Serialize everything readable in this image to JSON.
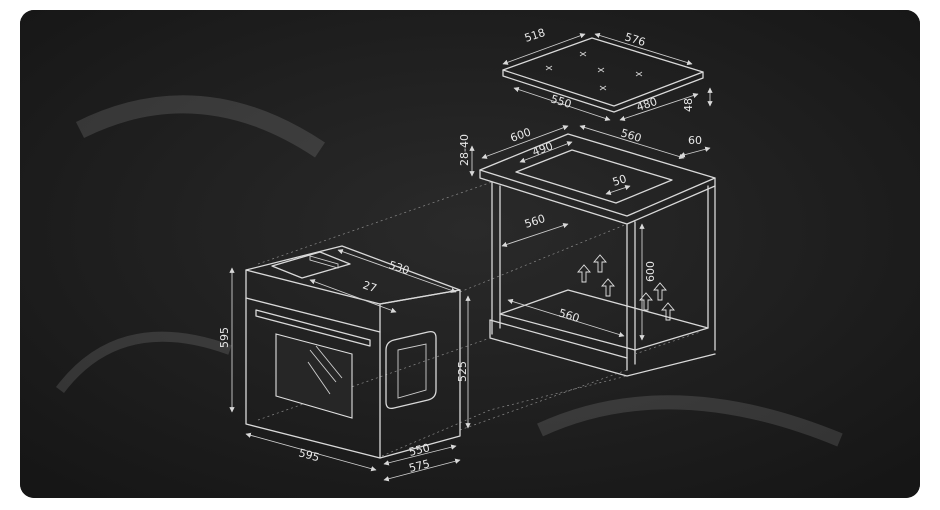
{
  "background_color": "#1d1d1d",
  "line_color": "#d9d9d9",
  "hob": {
    "width_top": "518",
    "depth_top": "576",
    "width_bottom": "550",
    "depth_bottom": "480",
    "thickness": "48"
  },
  "cutout": {
    "counter_thickness": "28-40",
    "outer_width": "600",
    "outer_depth": "560",
    "front_margin": "60",
    "cut_width": "490",
    "rear_margin": "50"
  },
  "cabinet": {
    "inner_depth": "560",
    "height": "600",
    "bottom_width": "560"
  },
  "oven": {
    "top_width": "530",
    "handle_depth": "27",
    "front_height": "595",
    "body_height": "525",
    "front_width": "595",
    "body_depth": "550",
    "total_depth": "575"
  }
}
